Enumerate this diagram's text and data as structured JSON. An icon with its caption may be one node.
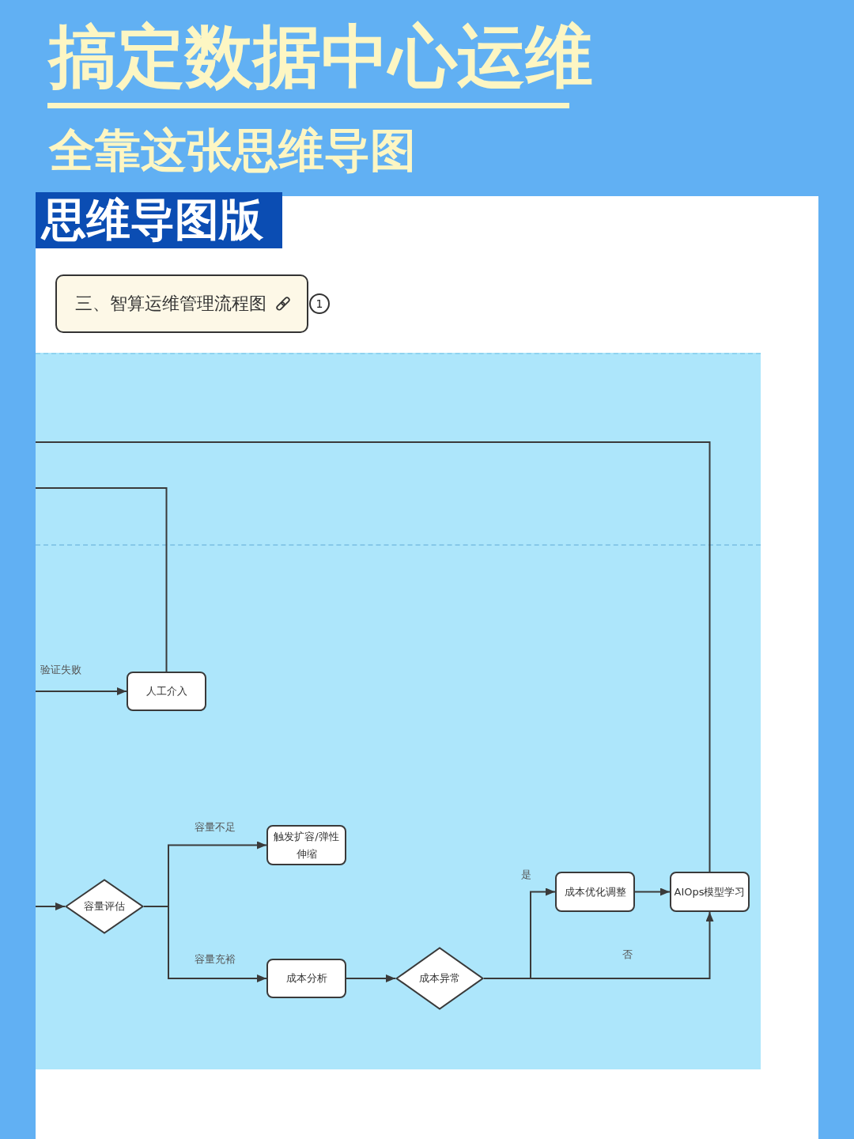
{
  "diagram": {
    "title": "搞定数据中心运维",
    "nodes": [
      {
        "text": [
          "思维导图版"
        ]
      },
      {
        "text": [
          "三、智算运维管理流程图"
        ]
      },
      {
        "text": [
          "1"
        ]
      },
      {
        "text": [
          "人工介入"
        ]
      },
      {
        "text": [
          "触发扩容/弹性伸缩"
        ]
      },
      {
        "text": [
          "成本优化调整"
        ]
      },
      {
        "text": [
          "AIOps模型学习"
        ]
      },
      {
        "text": [
          "容量评估"
        ]
      },
      {
        "text": [
          "成本分析"
        ]
      },
      {
        "text": [
          "成本异常"
        ]
      }
    ],
    "edges": [
      {
        "from": null,
        "to": 3,
        "arrow": "to",
        "label": "验证失败"
      },
      {
        "from": 3,
        "to": null,
        "arrow": "none"
      },
      {
        "from": 6,
        "to": null,
        "arrow": "none"
      },
      {
        "from": null,
        "to": 7,
        "arrow": "to"
      },
      {
        "from": 7,
        "to": 4,
        "arrow": "to",
        "label": "容量不足"
      },
      {
        "from": 7,
        "to": 8,
        "arrow": "to",
        "label": "容量充裕"
      },
      {
        "from": 8,
        "to": 9,
        "arrow": "to"
      },
      {
        "from": 9,
        "to": 5,
        "arrow": "to",
        "label": "是"
      },
      {
        "from": 9,
        "to": 6,
        "arrow": "to",
        "label": "否"
      },
      {
        "from": 5,
        "to": 6,
        "arrow": "to"
      }
    ],
    "labels": [
      "全靠这张思维导图"
    ]
  }
}
